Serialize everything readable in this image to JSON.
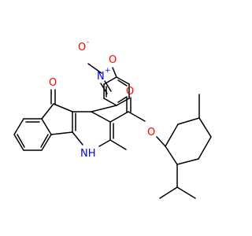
{
  "colors": {
    "bond": "#000000",
    "oxygen": "#ff0000",
    "nitrogen": "#0000ff",
    "background": "#ffffff"
  },
  "atoms": {
    "nitro_o_minus": "O",
    "nitro_o_minus_charge": "-",
    "nitro_n": "N",
    "nitro_n_charge": "+",
    "nitro_o_double": "O",
    "ketone_o": "O",
    "ring_nh": "NH",
    "ester_o_double": "O",
    "ester_o_single": "O"
  }
}
